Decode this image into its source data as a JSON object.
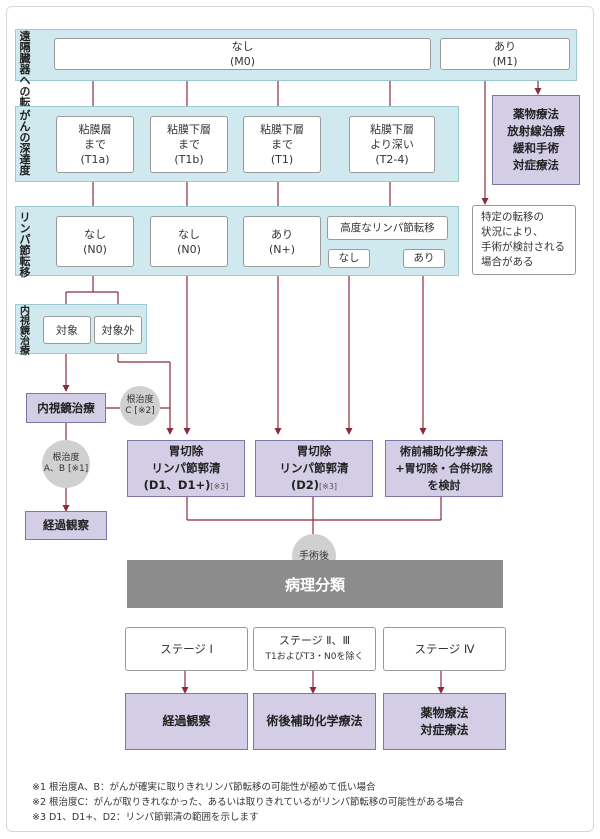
{
  "bands": {
    "metastasis": "遠隔臓器への転移",
    "depth": "がんの深達度",
    "lymph": "リンパ節転移",
    "endoscopic": "内視鏡治療"
  },
  "metastasis": {
    "m0": [
      "なし",
      "(M0)"
    ],
    "m1": [
      "あり",
      "(M1)"
    ]
  },
  "m1_treatment": [
    "薬物療法",
    "放射線治療",
    "緩和手術",
    "対症療法"
  ],
  "m1_note": [
    "特定の転移の",
    "状況により、",
    "手術が検討される",
    "場合がある"
  ],
  "depth": [
    [
      "粘膜層",
      "まで",
      "(T1a)"
    ],
    [
      "粘膜下層",
      "まで",
      "(T1b)"
    ],
    [
      "粘膜下層",
      "まで",
      "(T1)"
    ],
    [
      "粘膜下層",
      "より深い",
      "(T2-4)"
    ]
  ],
  "lymph": [
    [
      "なし",
      "(N0)"
    ],
    [
      "なし",
      "(N0)"
    ],
    [
      "あり",
      "(N+)"
    ]
  ],
  "lymph_advanced": {
    "title": "高度なリンパ節転移",
    "no": "なし",
    "yes": "あり"
  },
  "endoscopic_options": {
    "target": "対象",
    "non_target": "対象外"
  },
  "endoscopic_treatment": "内視鏡治療",
  "curability_ab": [
    "根治度",
    "A、B [※1]"
  ],
  "curability_c": [
    "根治度",
    "C [※2]"
  ],
  "follow_up": "経過観察",
  "surgery": {
    "d1": {
      "lines": [
        "胃切除",
        "リンパ節郭清",
        "(D1、D1+)"
      ],
      "note": "[※3]"
    },
    "d2": {
      "lines": [
        "胃切除",
        "リンパ節郭清",
        "(D2)"
      ],
      "note": "[※3]"
    },
    "neo": {
      "lines": [
        "術前補助化学療法",
        "+胃切除・合併切除",
        "を検討"
      ]
    }
  },
  "after_surgery": "手術後",
  "pathology": "病理分類",
  "stages": [
    [
      "ステージ Ⅰ"
    ],
    [
      "ステージ Ⅱ、Ⅲ",
      "T1およびT3・N0を除く"
    ],
    [
      "ステージ Ⅳ"
    ]
  ],
  "stage_treatments": [
    [
      "経過観察"
    ],
    [
      "術後補助化学療法"
    ],
    [
      "薬物療法",
      "対症療法"
    ]
  ],
  "footnotes": [
    "※1 根治度A、B：がんが確実に取りきれリンパ節転移の可能性が極めて低い場合",
    "※2 根治度C：がんが取りきれなかった、あるいは取りきれているがリンパ節転移の可能性がある場合",
    "※3 D1、D1+、D2：リンパ節郭清の範囲を示します"
  ],
  "colors": {
    "band": "#cfe9ee",
    "purple_box": "#d3cde6",
    "line": "#8b2b3e",
    "grey_bar": "#8c8c8c"
  }
}
